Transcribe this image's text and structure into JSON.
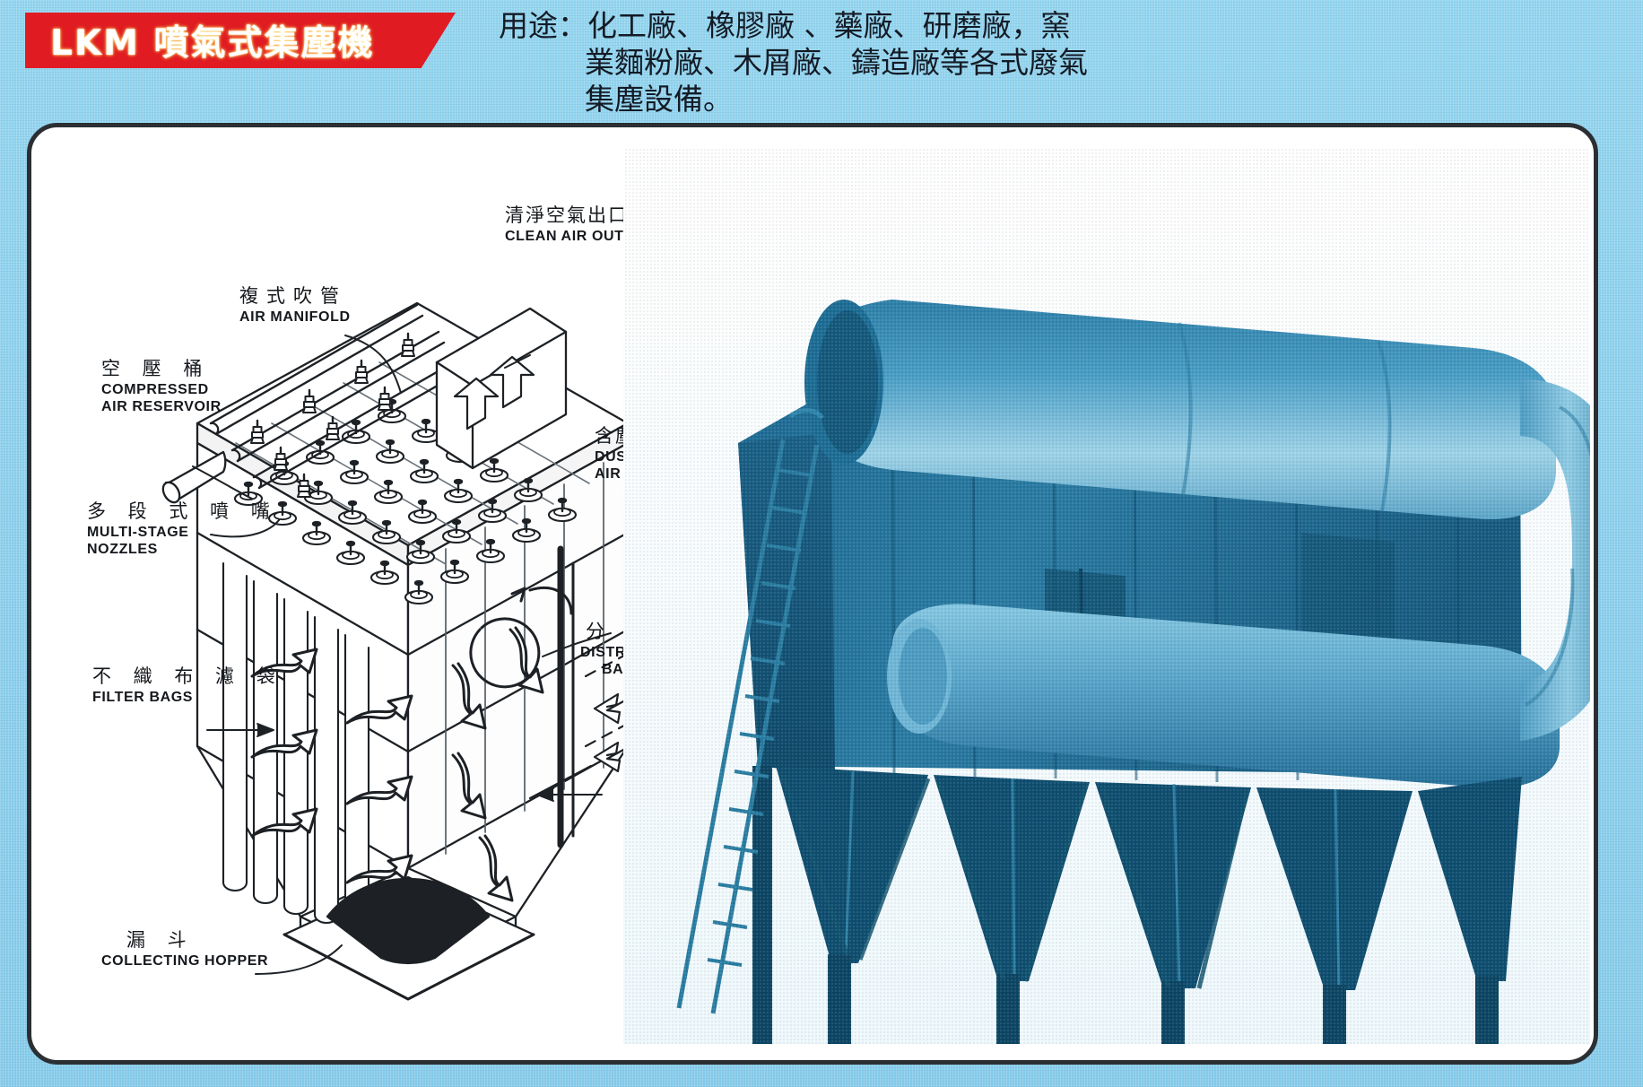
{
  "header": {
    "title": "LKM 噴氣式集塵機",
    "banner_color": "#e01b22",
    "title_color": "#ffffff",
    "usage_lines": [
      "用途：化工廠、橡膠廠 、藥廠、研磨廠，窯",
      "業麵粉廠、木屑廠、鑄造廠等各式廢氣",
      "集塵設備。"
    ]
  },
  "diagram": {
    "caption_air_manifold": {
      "cn": "複式吹管",
      "en": "AIR MANIFOLD"
    },
    "caption_compressed_air_reservoir": {
      "cn": "空 壓 桶",
      "en_line1": "COMPRESSED",
      "en_line2": "AIR RESERVOIR"
    },
    "caption_multi_stage_nozzles": {
      "cn": "多 段 式 噴 嘴",
      "en_line1": "MULTI-STAGE",
      "en_line2": "NOZZLES"
    },
    "caption_filter_bags": {
      "cn": "不 織 布 濾 袋",
      "en": "FILTER BAGS"
    },
    "caption_collecting_hopper": {
      "cn": "漏        斗",
      "en": "COLLECTING HOPPER"
    },
    "caption_clean_air_outlet": {
      "cn": "清淨空氣出口",
      "en": "CLEAN AIR OUTLET"
    },
    "caption_dust_laden_air_inlet": {
      "cn": "含塵空氣入口",
      "en_line1": "DUST LADEN",
      "en_line2": "AIR INLET"
    },
    "caption_distribution_baffle": {
      "cn": "分 配 擋 板",
      "en_line1": "DISTRIBUTION",
      "en_line2": "BAFFLE"
    }
  },
  "photo": {
    "subject": "industrial-pulse-jet-baghouse-dust-collector",
    "body_color": "#1f6f9b",
    "duct_color": "#4e9ec4",
    "accent_color": "#8ecde6"
  },
  "page": {
    "background_color": "#8fd2ee",
    "panel_color": "#ffffff",
    "panel_border_color": "#2b2f33"
  }
}
